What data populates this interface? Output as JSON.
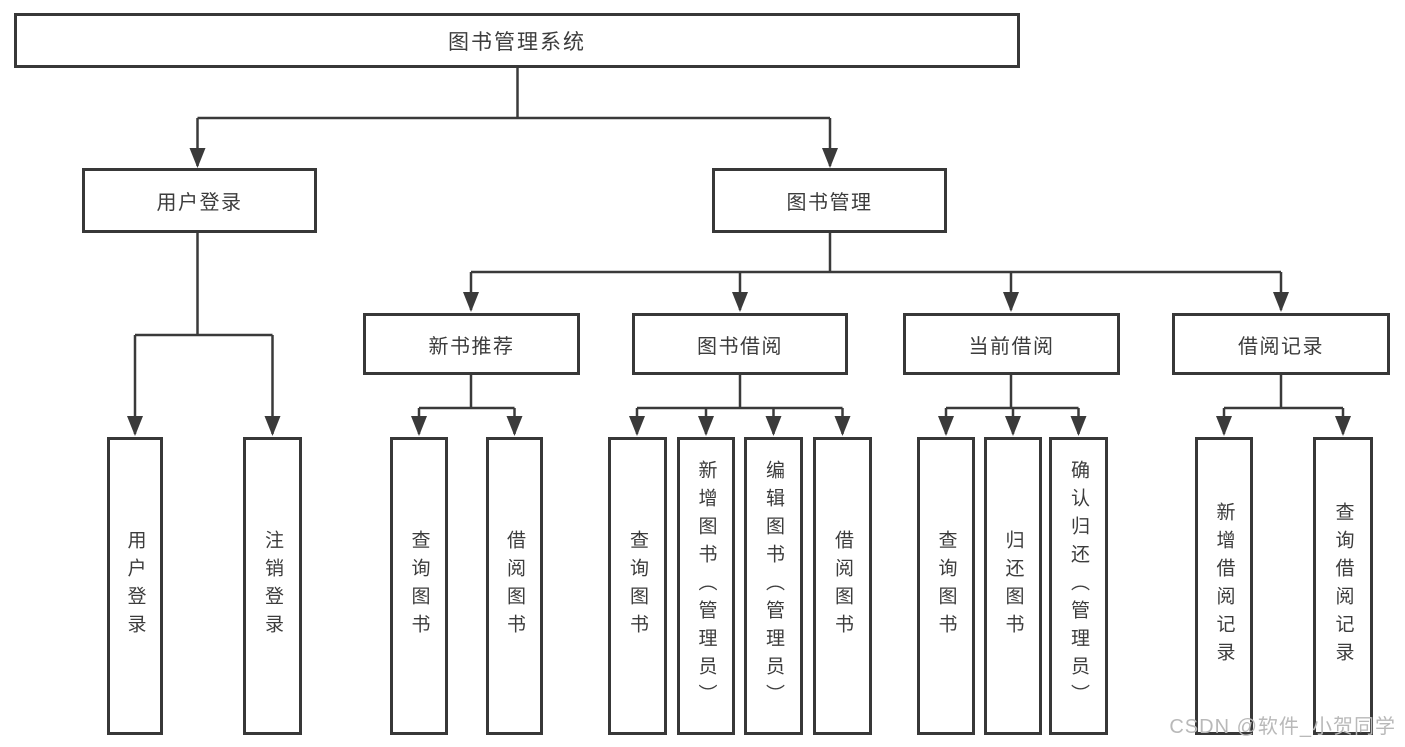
{
  "colors": {
    "background": "#ffffff",
    "line": "#3a3a3a",
    "box_border": "#383838",
    "text": "#3c3c3c",
    "watermark": "#b9b9b9"
  },
  "tree": {
    "root": {
      "label": "图书管理系统"
    },
    "branches": [
      {
        "label": "用户登录",
        "leaves": [
          {
            "label": "用户登录"
          },
          {
            "label": "注销登录"
          }
        ]
      },
      {
        "label": "图书管理",
        "groups": [
          {
            "label": "新书推荐",
            "leaves": [
              {
                "label": "查询图书"
              },
              {
                "label": "借阅图书"
              }
            ]
          },
          {
            "label": "图书借阅",
            "leaves": [
              {
                "label": "查询图书"
              },
              {
                "label": "新增图书（管理员）"
              },
              {
                "label": "编辑图书（管理员）"
              },
              {
                "label": "借阅图书"
              }
            ]
          },
          {
            "label": "当前借阅",
            "leaves": [
              {
                "label": "查询图书"
              },
              {
                "label": "归还图书"
              },
              {
                "label": "确认归还（管理员）"
              }
            ]
          },
          {
            "label": "借阅记录",
            "leaves": [
              {
                "label": "新增借阅记录"
              },
              {
                "label": "查询借阅记录"
              }
            ]
          }
        ]
      }
    ]
  },
  "watermark": {
    "label": "CSDN @软件_小贺同学"
  }
}
